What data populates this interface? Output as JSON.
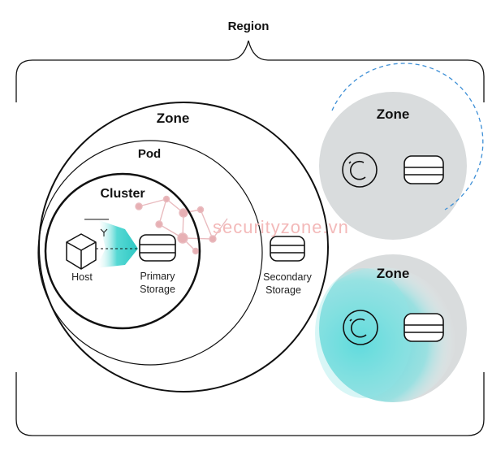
{
  "region": {
    "label": "Region"
  },
  "big_zone": {
    "label": "Zone",
    "pod": {
      "label": "Pod",
      "cluster": {
        "label": "Cluster",
        "host_label": "Host",
        "storage_line1": "Primary",
        "storage_line2": "Storage"
      }
    },
    "secondary_line1": "Secondary",
    "secondary_line2": "Storage"
  },
  "zones": [
    {
      "label": "Zone"
    },
    {
      "label": "Zone"
    }
  ],
  "watermark": "securityzone.vn",
  "colors": {
    "stroke": "#111111",
    "zone_fill": "#d9dcdd",
    "accent": "#3fd6d8",
    "dashed": "#3d8fd6",
    "network": "#e3a3a8"
  }
}
